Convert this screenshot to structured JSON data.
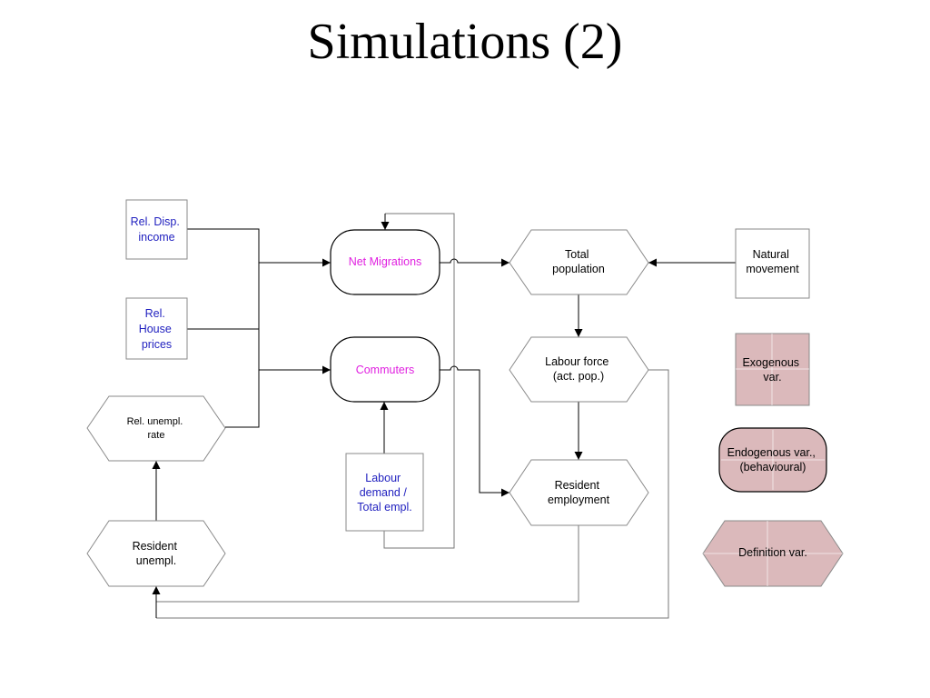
{
  "title": "Simulations (2)",
  "colors": {
    "blue_text": "#1f1fbf",
    "magenta_text": "#e020e0",
    "legend_fill": "#dbb9bb"
  },
  "nodes": {
    "rel_disp_income": [
      "Rel. Disp.",
      "income"
    ],
    "rel_house_prices": [
      "Rel.",
      "House",
      "prices"
    ],
    "rel_unempl_rate": [
      "Rel. unempl.",
      "rate"
    ],
    "resident_unempl": [
      "Resident",
      "unempl."
    ],
    "net_migrations": [
      "Net Migrations"
    ],
    "commuters": [
      "Commuters"
    ],
    "labour_demand": [
      "Labour",
      "demand /",
      "Total empl."
    ],
    "total_population": [
      "Total",
      "population"
    ],
    "labour_force": [
      "Labour force",
      "(act. pop.)"
    ],
    "resident_employment": [
      "Resident",
      "employment"
    ],
    "natural_movement": [
      "Natural",
      "movement"
    ]
  },
  "legend": {
    "exogenous": [
      "Exogenous",
      "var."
    ],
    "endogenous": [
      "Endogenous var.,",
      "(behavioural)"
    ],
    "definition": [
      "Definition var."
    ]
  }
}
